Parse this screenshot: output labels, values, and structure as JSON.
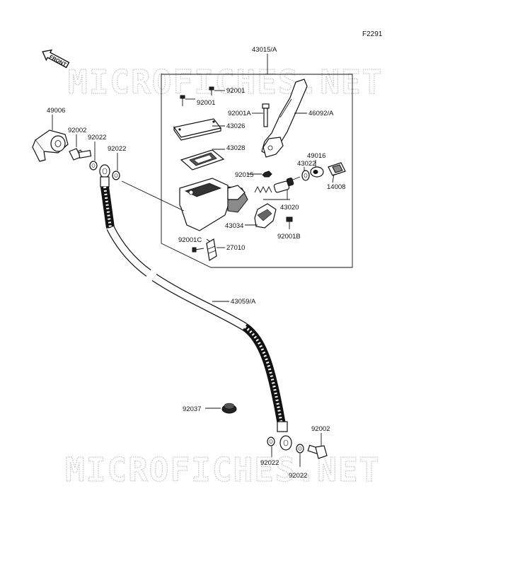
{
  "figure_code": "F2291",
  "front_label": "FRONT",
  "watermark": "MICROFICHES.NET",
  "labels": {
    "p43015": "43015/A",
    "p92001_top": "92001",
    "p92001_2": "92001",
    "p92001a": "92001A",
    "p46092": "46092/A",
    "p43026": "43026",
    "p43028": "43028",
    "p49016": "49016",
    "p43022": "43022",
    "p92015": "92015",
    "p14008": "14008",
    "p43020": "43020",
    "p43034": "43034",
    "p92001b": "92001B",
    "p92001c": "92001C",
    "p27010": "27010",
    "p49006": "49006",
    "p92002_top": "92002",
    "p92022_a": "92022",
    "p92022_b": "92022",
    "p43059": "43059/A",
    "p92037": "92037",
    "p92002_bot": "92002",
    "p92022_c": "92022",
    "p92022_d": "92022"
  }
}
